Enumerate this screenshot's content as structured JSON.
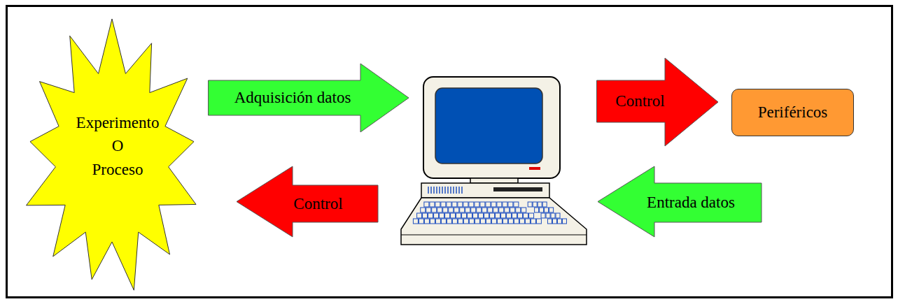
{
  "diagram": {
    "nodes": [
      {
        "text": [
          "Experimento O Proceso"
        ]
      },
      {
        "text": [
          "Adquisición datos"
        ]
      },
      {
        "text": [
          "Control"
        ]
      },
      {
        "text": [
          "Periféricos"
        ]
      },
      {
        "text": [
          "Control"
        ]
      },
      {
        "text": [
          "Entrada datos"
        ]
      }
    ]
  }
}
